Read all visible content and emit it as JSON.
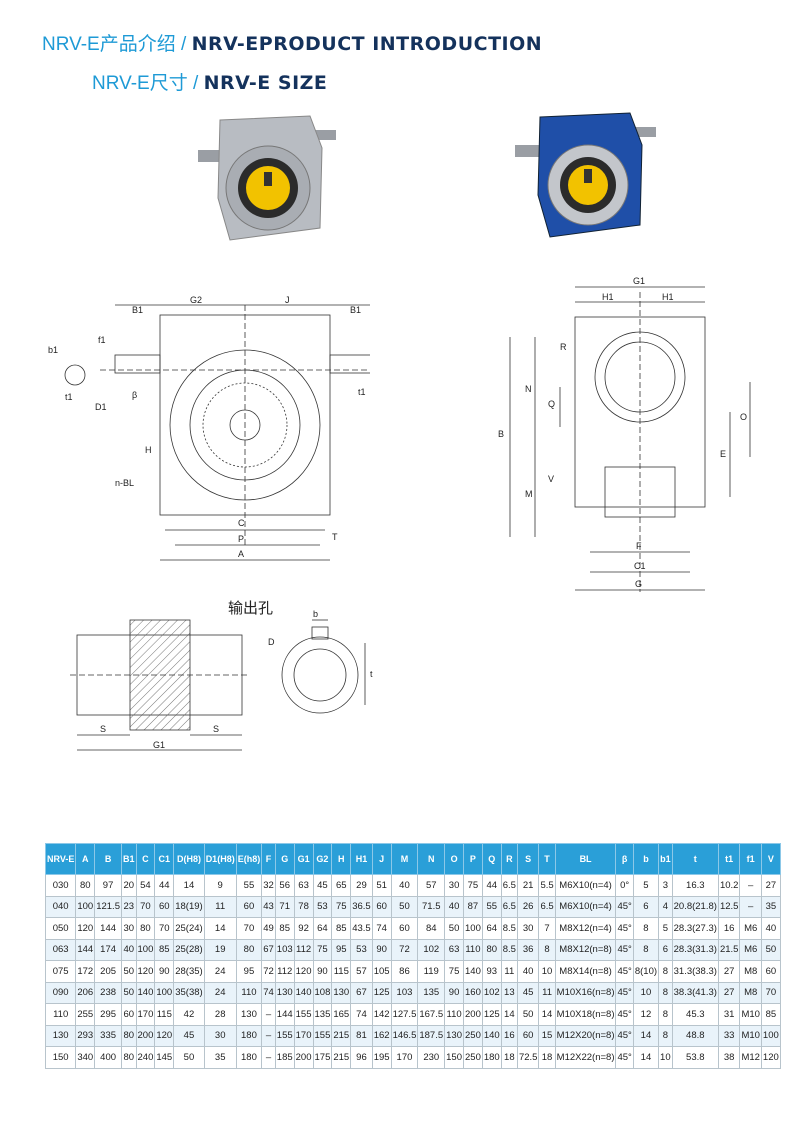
{
  "titles": {
    "intro_cn": "NRV-E产品介绍 / ",
    "intro_en": "NRV-EPRODUCT INTRODUCTION",
    "size_cn": "NRV-E尺寸 / ",
    "size_en": "NRV-E SIZE"
  },
  "colors": {
    "accent": "#2a9fd8",
    "title_dark": "#14325c",
    "title_light": "#1e9ad6",
    "reducer_blue": "#1f4fa8",
    "reducer_silver": "#b8bcc2",
    "flange_yellow": "#f2c200"
  },
  "drawing_left": {
    "labels": [
      "B1",
      "G2",
      "J",
      "B1",
      "b1",
      "f1",
      "D1",
      "β",
      "H",
      "n-BL",
      "C",
      "P",
      "A",
      "T",
      "f1",
      "b1",
      "t1",
      "D1",
      "t1"
    ]
  },
  "drawing_right": {
    "labels": [
      "G1",
      "H1",
      "H1",
      "R",
      "N",
      "Q",
      "B",
      "M",
      "V",
      "O",
      "E",
      "F",
      "C1",
      "G"
    ]
  },
  "drawing_bore": {
    "title": "输出孔",
    "labels": [
      "b",
      "D",
      "t",
      "S",
      "G1",
      "S"
    ]
  },
  "table": {
    "headers": [
      "NRV-E",
      "A",
      "B",
      "B1",
      "C",
      "C1",
      "D(H8)",
      "D1(H8)",
      "E(h8)",
      "F",
      "G",
      "G1",
      "G2",
      "H",
      "H1",
      "J",
      "M",
      "N",
      "O",
      "P",
      "Q",
      "R",
      "S",
      "T",
      "BL",
      "β",
      "b",
      "b1",
      "t",
      "t1",
      "f1",
      "V"
    ],
    "rows": [
      [
        "030",
        "80",
        "97",
        "20",
        "54",
        "44",
        "14",
        "9",
        "55",
        "32",
        "56",
        "63",
        "45",
        "65",
        "29",
        "51",
        "40",
        "57",
        "30",
        "75",
        "44",
        "6.5",
        "21",
        "5.5",
        "M6X10(n=4)",
        "0°",
        "5",
        "3",
        "16.3",
        "10.2",
        "–",
        "27"
      ],
      [
        "040",
        "100",
        "121.5",
        "23",
        "70",
        "60",
        "18(19)",
        "11",
        "60",
        "43",
        "71",
        "78",
        "53",
        "75",
        "36.5",
        "60",
        "50",
        "71.5",
        "40",
        "87",
        "55",
        "6.5",
        "26",
        "6.5",
        "M6X10(n=4)",
        "45°",
        "6",
        "4",
        "20.8(21.8)",
        "12.5",
        "–",
        "35"
      ],
      [
        "050",
        "120",
        "144",
        "30",
        "80",
        "70",
        "25(24)",
        "14",
        "70",
        "49",
        "85",
        "92",
        "64",
        "85",
        "43.5",
        "74",
        "60",
        "84",
        "50",
        "100",
        "64",
        "8.5",
        "30",
        "7",
        "M8X12(n=4)",
        "45°",
        "8",
        "5",
        "28.3(27.3)",
        "16",
        "M6",
        "40"
      ],
      [
        "063",
        "144",
        "174",
        "40",
        "100",
        "85",
        "25(28)",
        "19",
        "80",
        "67",
        "103",
        "112",
        "75",
        "95",
        "53",
        "90",
        "72",
        "102",
        "63",
        "110",
        "80",
        "8.5",
        "36",
        "8",
        "M8X12(n=8)",
        "45°",
        "8",
        "6",
        "28.3(31.3)",
        "21.5",
        "M6",
        "50"
      ],
      [
        "075",
        "172",
        "205",
        "50",
        "120",
        "90",
        "28(35)",
        "24",
        "95",
        "72",
        "112",
        "120",
        "90",
        "115",
        "57",
        "105",
        "86",
        "119",
        "75",
        "140",
        "93",
        "11",
        "40",
        "10",
        "M8X14(n=8)",
        "45°",
        "8(10)",
        "8",
        "31.3(38.3)",
        "27",
        "M8",
        "60"
      ],
      [
        "090",
        "206",
        "238",
        "50",
        "140",
        "100",
        "35(38)",
        "24",
        "110",
        "74",
        "130",
        "140",
        "108",
        "130",
        "67",
        "125",
        "103",
        "135",
        "90",
        "160",
        "102",
        "13",
        "45",
        "11",
        "M10X16(n=8)",
        "45°",
        "10",
        "8",
        "38.3(41.3)",
        "27",
        "M8",
        "70"
      ],
      [
        "110",
        "255",
        "295",
        "60",
        "170",
        "115",
        "42",
        "28",
        "130",
        "–",
        "144",
        "155",
        "135",
        "165",
        "74",
        "142",
        "127.5",
        "167.5",
        "110",
        "200",
        "125",
        "14",
        "50",
        "14",
        "M10X18(n=8)",
        "45°",
        "12",
        "8",
        "45.3",
        "31",
        "M10",
        "85"
      ],
      [
        "130",
        "293",
        "335",
        "80",
        "200",
        "120",
        "45",
        "30",
        "180",
        "–",
        "155",
        "170",
        "155",
        "215",
        "81",
        "162",
        "146.5",
        "187.5",
        "130",
        "250",
        "140",
        "16",
        "60",
        "15",
        "M12X20(n=8)",
        "45°",
        "14",
        "8",
        "48.8",
        "33",
        "M10",
        "100"
      ],
      [
        "150",
        "340",
        "400",
        "80",
        "240",
        "145",
        "50",
        "35",
        "180",
        "–",
        "185",
        "200",
        "175",
        "215",
        "96",
        "195",
        "170",
        "230",
        "150",
        "250",
        "180",
        "18",
        "72.5",
        "18",
        "M12X22(n=8)",
        "45°",
        "14",
        "10",
        "53.8",
        "38",
        "M12",
        "120"
      ]
    ]
  }
}
